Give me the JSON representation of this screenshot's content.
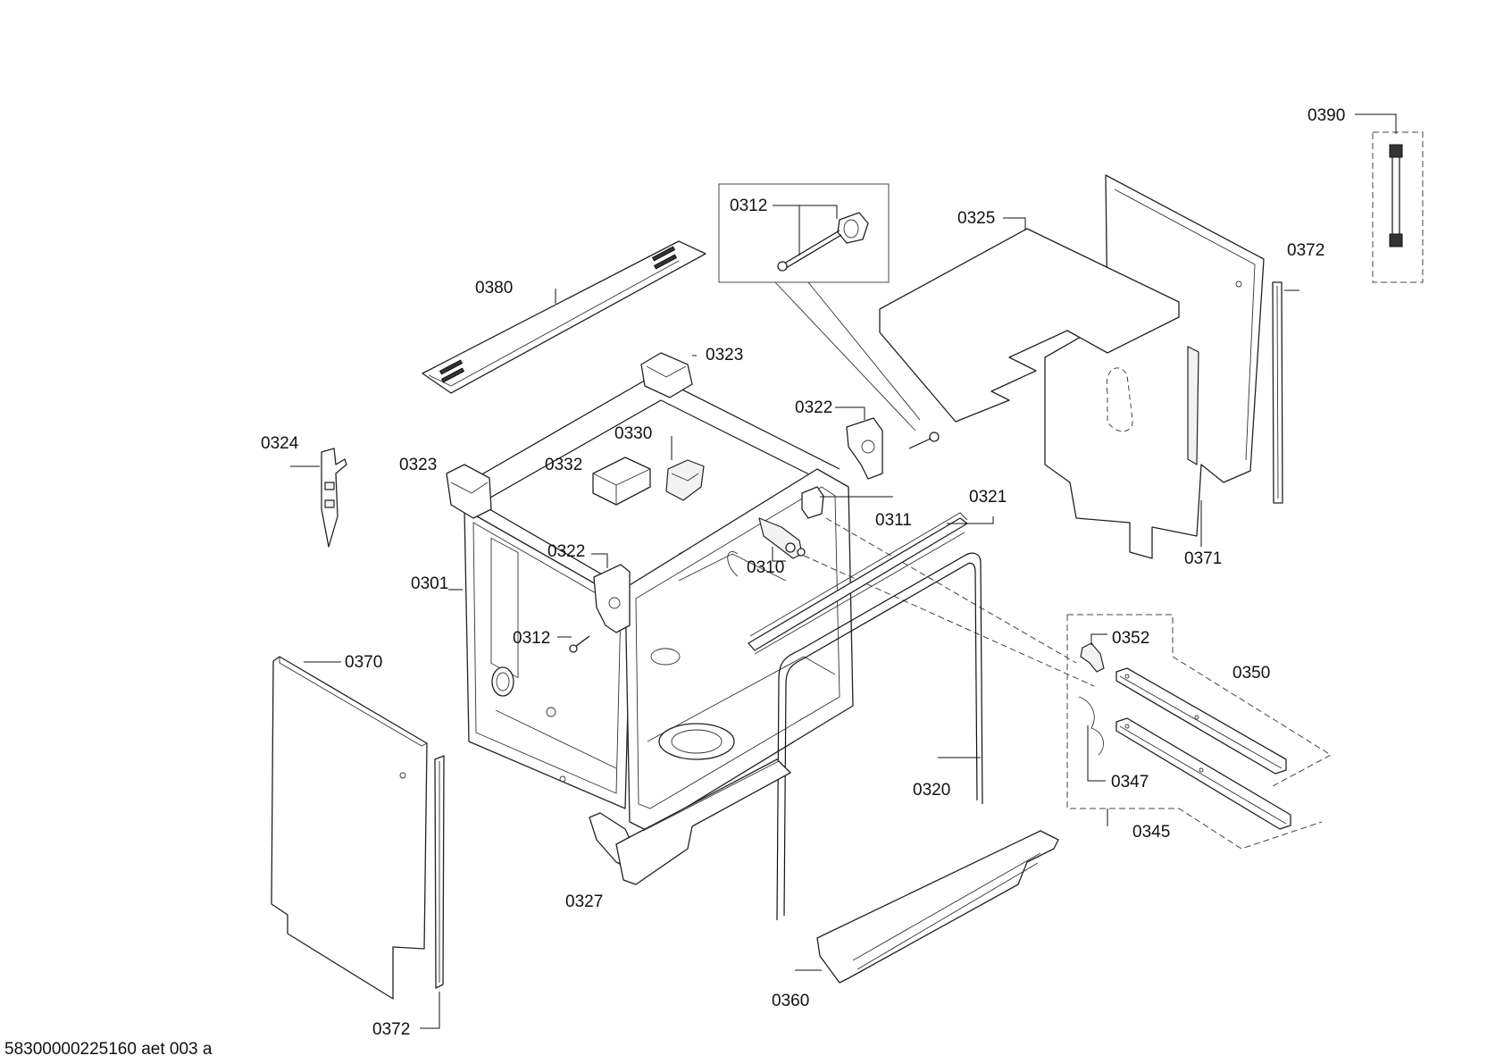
{
  "labels": {
    "p0390": "0390",
    "p0312_top": "0312",
    "p0325": "0325",
    "p0372_top": "0372",
    "p0380": "0380",
    "p0323_top": "0323",
    "p0322_top": "0322",
    "p0324": "0324",
    "p0330": "0330",
    "p0323_left": "0323",
    "p0332": "0332",
    "p0311": "0311",
    "p0321": "0321",
    "p0322_mid": "0322",
    "p0310": "0310",
    "p0371": "0371",
    "p0301": "0301",
    "p0312_mid": "0312",
    "p0352": "0352",
    "p0350": "0350",
    "p0370": "0370",
    "p0320": "0320",
    "p0347": "0347",
    "p0345": "0345",
    "p0327": "0327",
    "p0360": "0360",
    "p0372_bottom": "0372"
  },
  "footer": {
    "reference": "58300000225160 aet 003 a"
  }
}
